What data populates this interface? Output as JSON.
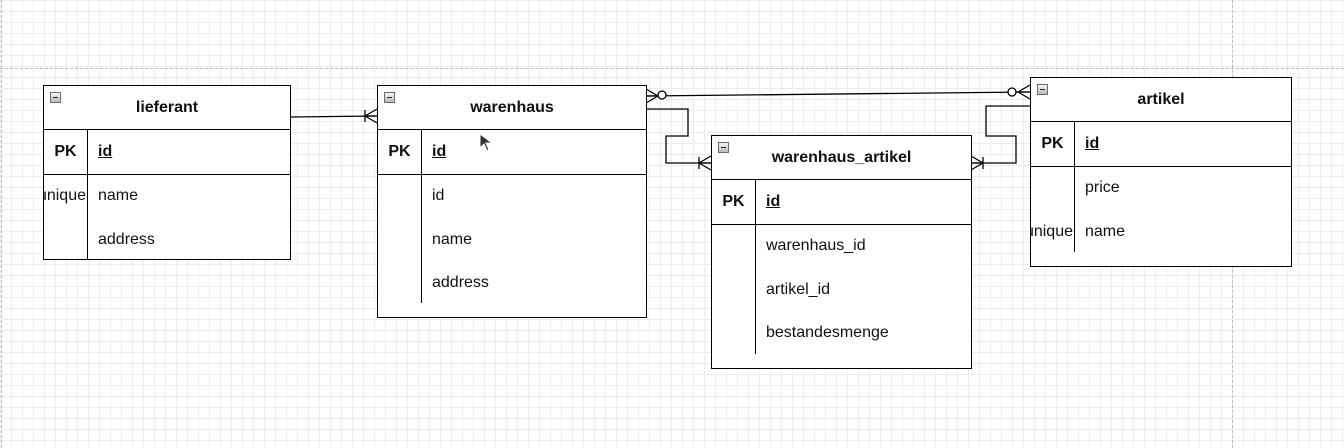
{
  "diagram": {
    "entities": [
      {
        "id": "lieferant",
        "title": "lieferant",
        "pk_row": {
          "key": "PK",
          "field": "id"
        },
        "rows": [
          {
            "key": "unique",
            "field": "name"
          },
          {
            "key": "",
            "field": "address"
          }
        ]
      },
      {
        "id": "warenhaus",
        "title": "warenhaus",
        "pk_row": {
          "key": "PK",
          "field": "id"
        },
        "rows": [
          {
            "key": "",
            "field": "id"
          },
          {
            "key": "",
            "field": "name"
          },
          {
            "key": "",
            "field": "address"
          }
        ]
      },
      {
        "id": "warenhaus_artikel",
        "title": "warenhaus_artikel",
        "pk_row": {
          "key": "PK",
          "field": "id"
        },
        "rows": [
          {
            "key": "",
            "field": "warenhaus_id"
          },
          {
            "key": "",
            "field": "artikel_id"
          },
          {
            "key": "",
            "field": "bestandesmenge"
          }
        ]
      },
      {
        "id": "artikel",
        "title": "artikel",
        "pk_row": {
          "key": "PK",
          "field": "id"
        },
        "rows": [
          {
            "key": "",
            "field": "price"
          },
          {
            "key": "unique",
            "field": "name"
          }
        ]
      }
    ],
    "relationships": [
      {
        "from": "lieferant",
        "to": "warenhaus",
        "from_end": "one",
        "to_end": "one-or-many"
      },
      {
        "from": "warenhaus",
        "to": "artikel",
        "from_end": "zero-or-many",
        "to_end": "zero-or-many"
      },
      {
        "from": "warenhaus",
        "to": "warenhaus_artikel",
        "from_end": "none",
        "to_end": "one-or-many"
      },
      {
        "from": "artikel",
        "to": "warenhaus_artikel",
        "from_end": "none",
        "to_end": "one-or-many"
      }
    ],
    "colors": {
      "line": "#000000",
      "grid": "#ececec",
      "cursor": "#333333"
    }
  }
}
